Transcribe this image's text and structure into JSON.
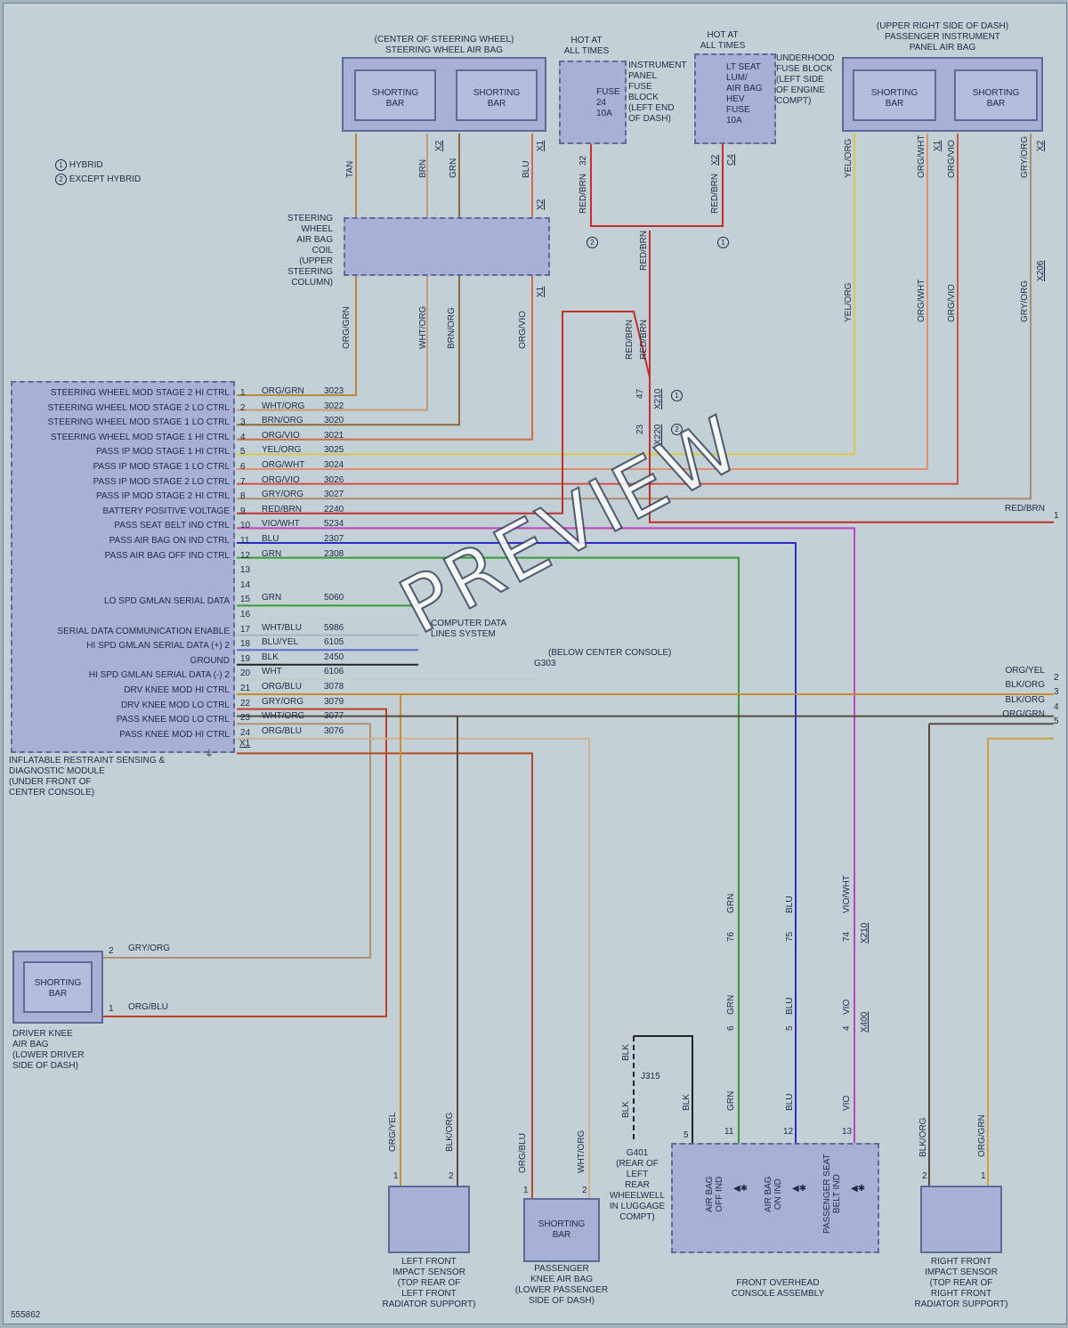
{
  "legend": {
    "hybrid": "HYBRID",
    "except_hybrid": "EXCEPT HYBRID",
    "mark1": "1",
    "mark2": "2"
  },
  "steering_airbag": {
    "title": "(CENTER OF STEERING WHEEL)\nSTEERING WHEEL AIR BAG",
    "bar1": "SHORTING\nBAR",
    "bar2": "SHORTING\nBAR",
    "connector": "X1",
    "connector2": "X2"
  },
  "coil": {
    "label": "STEERING\nWHEEL\nAIR BAG\nCOIL\n(UPPER\nSTEERING\nCOLUMN)",
    "connector_top": "X2",
    "connector_bottom": "X1"
  },
  "ip_fuse": {
    "hot": "HOT AT\nALL TIMES",
    "fuse": "FUSE\n24\n10A",
    "label": "INSTRUMENT\nPANEL\nFUSE\nBLOCK\n(LEFT END\nOF DASH)",
    "pin": "32",
    "wire": "RED/BRN"
  },
  "uh_fuse": {
    "hot": "HOT AT\nALL TIMES",
    "fuse": "LT SEAT\nLUM/\nAIR BAG\nHEV\nFUSE\n10A",
    "label": "UNDERHOOD\nFUSE BLOCK\n(LEFT SIDE\nOF ENGINE\nCOMPT)",
    "pin": "X2",
    "conn": "C4",
    "wire": "RED/BRN"
  },
  "pass_airbag": {
    "title": "(UPPER RIGHT SIDE OF DASH)\nPASSENGER INSTRUMENT\nPANEL AIR BAG",
    "bar1": "SHORTING\nBAR",
    "bar2": "SHORTING\nBAR",
    "connector1": "X1",
    "connector2": "X2",
    "inline": "X206"
  },
  "splice": {
    "wire1": "RED/BRN",
    "wire2": "RED/BRN",
    "wire3": "RED/BRN",
    "pin1": "47",
    "conn1": "X210",
    "pin2": "23",
    "conn2": "X220",
    "ref1": "1",
    "ref2": "2"
  },
  "top_wires": [
    "TAN",
    "BRN",
    "GRN",
    "BLU",
    "YEL/ORG",
    "ORG/WHT",
    "ORG/VIO",
    "GRY/ORG"
  ],
  "coil_wires": [
    "ORG/GRN",
    "WHT/ORG",
    "BRN/ORG",
    "ORG/VIO"
  ],
  "pass_wires_lower": [
    "YEL/ORG",
    "ORG/WHT",
    "ORG/VIO",
    "GRY/ORG"
  ],
  "module": {
    "label": "INFLATABLE RESTRAINT SENSING &\nDIAGNOSTIC MODULE\n(UNDER FRONT OF\nCENTER CONSOLE)",
    "connector": "X1",
    "pins": [
      {
        "n": "1",
        "fn": "STEERING WHEEL MOD STAGE 2 HI CTRL",
        "wire": "ORG/GRN",
        "circ": "3023"
      },
      {
        "n": "2",
        "fn": "STEERING WHEEL MOD STAGE 2 LO CTRL",
        "wire": "WHT/ORG",
        "circ": "3022"
      },
      {
        "n": "3",
        "fn": "STEERING WHEEL MOD STAGE 1 LO CTRL",
        "wire": "BRN/ORG",
        "circ": "3020"
      },
      {
        "n": "4",
        "fn": "STEERING WHEEL MOD STAGE 1 HI CTRL",
        "wire": "ORG/VIO",
        "circ": "3021"
      },
      {
        "n": "5",
        "fn": "PASS IP MOD STAGE 1 HI CTRL",
        "wire": "YEL/ORG",
        "circ": "3025"
      },
      {
        "n": "6",
        "fn": "PASS IP MOD STAGE 1 LO CTRL",
        "wire": "ORG/WHT",
        "circ": "3024"
      },
      {
        "n": "7",
        "fn": "PASS IP MOD STAGE 2 LO CTRL",
        "wire": "ORG/VIO",
        "circ": "3026"
      },
      {
        "n": "8",
        "fn": "PASS IP MOD STAGE 2 HI CTRL",
        "wire": "GRY/ORG",
        "circ": "3027"
      },
      {
        "n": "9",
        "fn": "BATTERY POSITIVE VOLTAGE",
        "wire": "RED/BRN",
        "circ": "2240"
      },
      {
        "n": "10",
        "fn": "PASS SEAT BELT IND CTRL",
        "wire": "VIO/WHT",
        "circ": "5234"
      },
      {
        "n": "11",
        "fn": "PASS AIR BAG ON IND CTRL",
        "wire": "BLU",
        "circ": "2307"
      },
      {
        "n": "12",
        "fn": "PASS AIR BAG OFF IND CTRL",
        "wire": "GRN",
        "circ": "2308"
      },
      {
        "n": "13",
        "fn": "",
        "wire": "",
        "circ": ""
      },
      {
        "n": "14",
        "fn": "",
        "wire": "",
        "circ": ""
      },
      {
        "n": "15",
        "fn": "LO SPD GMLAN SERIAL DATA",
        "wire": "GRN",
        "circ": "5060"
      },
      {
        "n": "16",
        "fn": "",
        "wire": "",
        "circ": ""
      },
      {
        "n": "17",
        "fn": "SERIAL DATA COMMUNICATION ENABLE",
        "wire": "WHT/BLU",
        "circ": "5986"
      },
      {
        "n": "18",
        "fn": "HI SPD GMLAN SERIAL DATA (+) 2",
        "wire": "BLU/YEL",
        "circ": "6105"
      },
      {
        "n": "19",
        "fn": "GROUND",
        "wire": "BLK",
        "circ": "2450"
      },
      {
        "n": "20",
        "fn": "HI SPD GMLAN SERIAL DATA (-) 2",
        "wire": "WHT",
        "circ": "6106"
      },
      {
        "n": "21",
        "fn": "DRV KNEE MOD HI CTRL",
        "wire": "ORG/BLU",
        "circ": "3078"
      },
      {
        "n": "22",
        "fn": "DRV KNEE MOD LO CTRL",
        "wire": "GRY/ORG",
        "circ": "3079"
      },
      {
        "n": "23",
        "fn": "PASS KNEE MOD LO CTRL",
        "wire": "WHT/ORG",
        "circ": "3077"
      },
      {
        "n": "24",
        "fn": "PASS KNEE MOD HI CTRL",
        "wire": "ORG/BLU",
        "circ": "3076"
      }
    ]
  },
  "cdls": {
    "label": "COMPUTER DATA\nLINES SYSTEM"
  },
  "g303": {
    "label": "(BELOW CENTER CONSOLE)",
    "name": "G303"
  },
  "right_refs": [
    {
      "wire": "RED/BRN",
      "n": "1"
    },
    {
      "wire": "ORG/YEL",
      "n": "2"
    },
    {
      "wire": "BLK/ORG",
      "n": "3"
    },
    {
      "wire": "BLK/ORG",
      "n": "4"
    },
    {
      "wire": "ORG/GRN",
      "n": "5"
    }
  ],
  "inline_mid": {
    "wires": [
      "GRN",
      "BLU",
      "VIO/WHT"
    ],
    "pins": [
      "76",
      "75",
      "74"
    ],
    "conn": "X210",
    "wires2": [
      "GRN",
      "BLU",
      "VIO"
    ],
    "pins2": [
      "6",
      "5",
      "4"
    ],
    "conn2": "X400"
  },
  "driver_knee": {
    "bar": "SHORTING\nBAR",
    "label": "DRIVER KNEE\nAIR BAG\n(LOWER DRIVER\nSIDE OF DASH)",
    "pin2": "2",
    "pin1": "1",
    "wire2": "GRY/ORG",
    "wire1": "ORG/BLU"
  },
  "lf_sensor": {
    "label": "LEFT FRONT\nIMPACT SENSOR\n(TOP REAR OF\nLEFT FRONT\nRADIATOR SUPPORT)",
    "wire1": "ORG/YEL",
    "wire2": "BLK/ORG",
    "pin1": "1",
    "pin2": "2"
  },
  "pass_knee": {
    "bar": "SHORTING\nBAR",
    "label": "PASSENGER\nKNEE AIR BAG\n(LOWER PASSENGER\nSIDE OF DASH)",
    "wire1": "ORG/BLU",
    "wire2": "WHT/ORG",
    "pin1": "1",
    "pin2": "2"
  },
  "ground": {
    "j315": "J315",
    "blk1": "BLK",
    "blk2": "BLK",
    "blk3": "BLK",
    "g401": "G401\n(REAR OF\nLEFT\nREAR\nWHEELWELL\nIN LUGGAGE\nCOMPT)"
  },
  "overhead": {
    "label": "FRONT OVERHEAD\nCONSOLE ASSEMBLY",
    "ind1": "AIR BAG\nOFF IND",
    "ind2": "AIR BAG\nON IND",
    "ind3": "PASSENGER SEAT\nBELT IND",
    "pins": [
      "5",
      "11",
      "12",
      "13"
    ],
    "wires": [
      "GRN",
      "BLU",
      "VIO"
    ]
  },
  "rf_sensor": {
    "label": "RIGHT FRONT\nIMPACT SENSOR\n(TOP REAR OF\nRIGHT FRONT\nRADIATOR SUPPORT)",
    "wire1": "BLK/ORG",
    "wire2": "ORG/GRN",
    "pin1": "2",
    "pin2": "1"
  },
  "footer": {
    "id": "555862"
  },
  "watermark": "PREVIEW"
}
